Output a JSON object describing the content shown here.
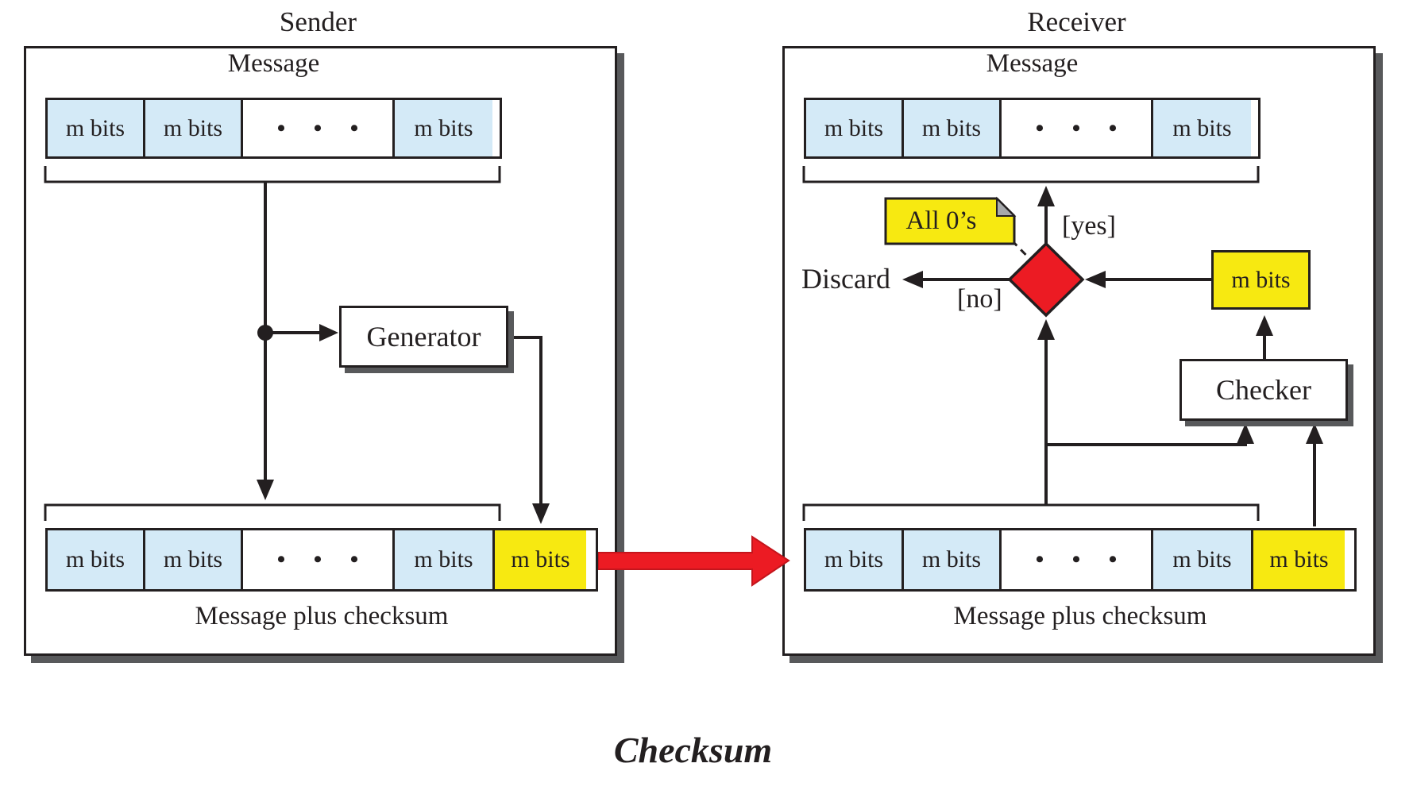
{
  "main_title": "Checksum",
  "colors": {
    "cell_blue": "#D4EAF7",
    "checksum_yellow": "#F7E911",
    "diamond_red": "#EC1B23",
    "arrow_red": "#EC1B23",
    "shadow_gray": "#58595B",
    "note_fold_gray": "#A7A9AC"
  },
  "sender": {
    "title": "Sender",
    "message_label": "Message",
    "top_row": [
      "m bits",
      "m bits",
      "• • •",
      "m bits"
    ],
    "generator_label": "Generator",
    "bottom_row": [
      "m bits",
      "m bits",
      "• • •",
      "m bits",
      "m bits"
    ],
    "bottom_caption": "Message plus checksum"
  },
  "receiver": {
    "title": "Receiver",
    "message_label": "Message",
    "top_row": [
      "m bits",
      "m bits",
      "• • •",
      "m bits"
    ],
    "note_label": "All 0’s",
    "yes_label": "[yes]",
    "no_label": "[no]",
    "discard_label": "Discard",
    "checksum_box_label": "m bits",
    "checker_label": "Checker",
    "bottom_row": [
      "m bits",
      "m bits",
      "• • •",
      "m bits",
      "m bits"
    ],
    "bottom_caption": "Message plus checksum"
  }
}
